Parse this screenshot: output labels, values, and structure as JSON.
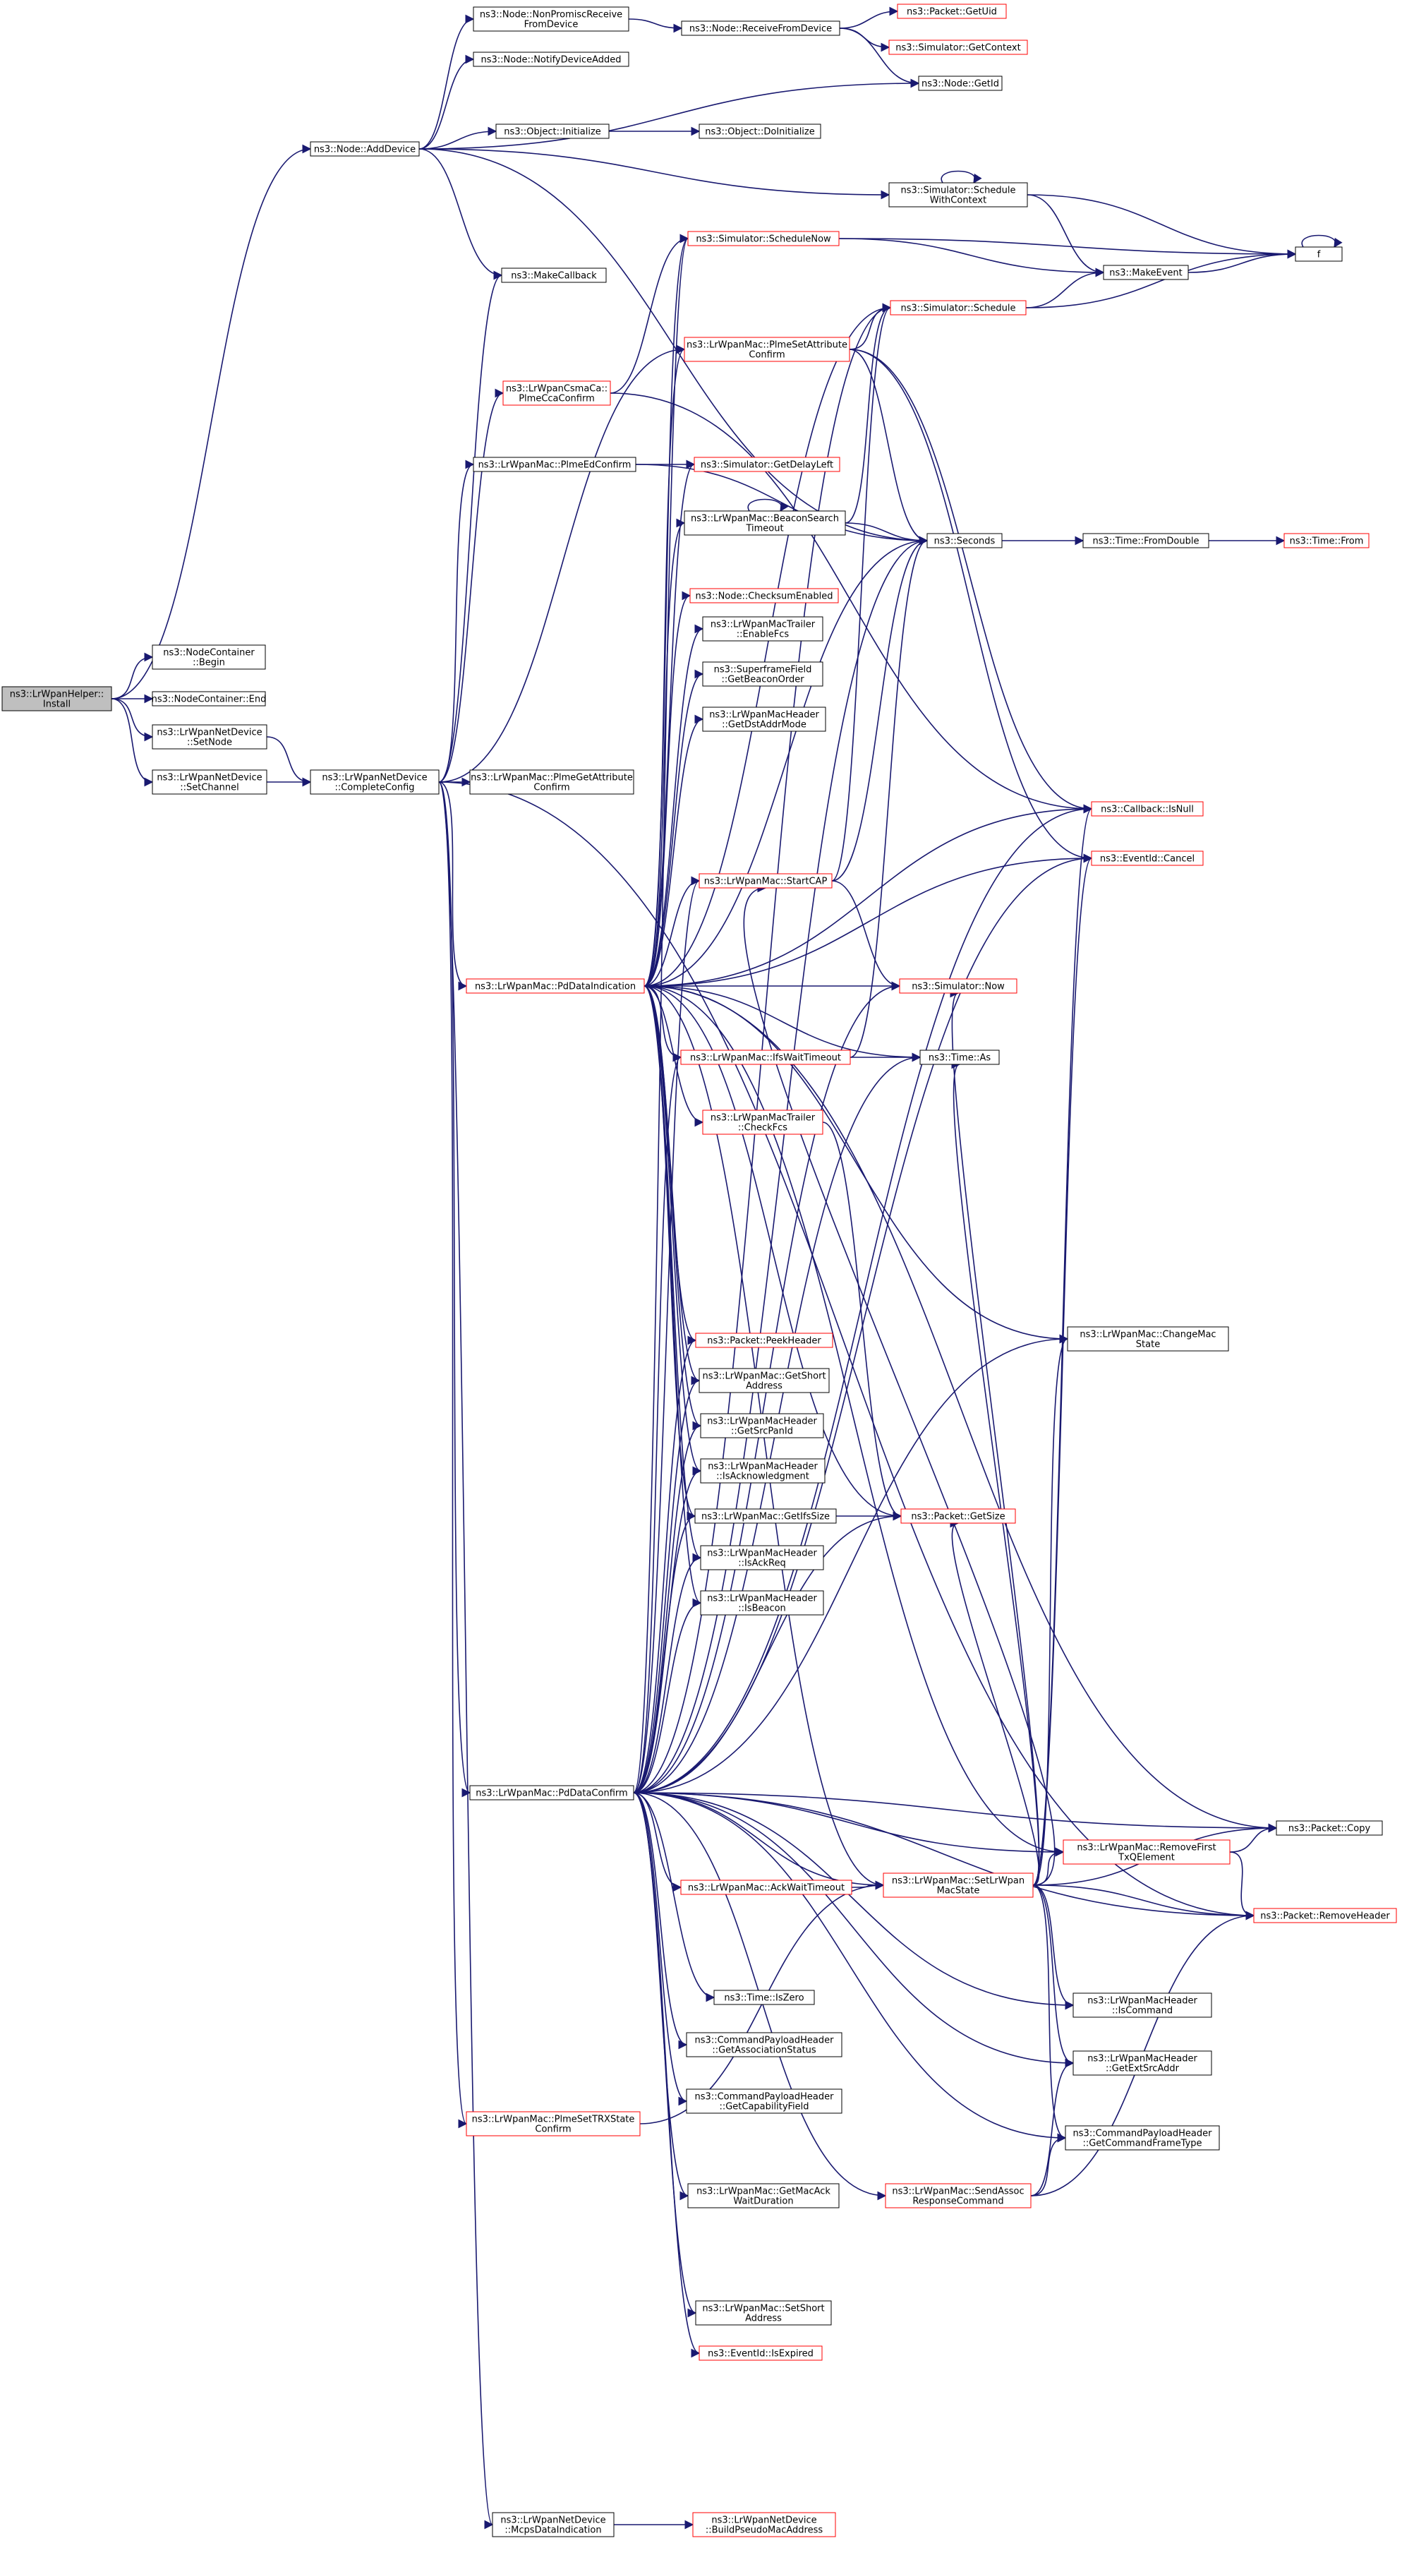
{
  "colors": {
    "edge": "#191970",
    "node_border": "#000000",
    "truncated_border": "#ff0000",
    "root_fill": "#bfbfbf",
    "node_fill": "#ffffff",
    "text": "#000000"
  },
  "nodes": {
    "root": {
      "lines": [
        "ns3::LrWpanHelper::",
        "Install"
      ],
      "style": "root"
    },
    "nc_begin": {
      "lines": [
        "ns3::NodeContainer",
        "::Begin"
      ],
      "style": "normal"
    },
    "nc_end": {
      "lines": [
        "ns3::NodeContainer::End"
      ],
      "style": "normal"
    },
    "nd_setnode": {
      "lines": [
        "ns3::LrWpanNetDevice",
        "::SetNode"
      ],
      "style": "normal"
    },
    "nd_setchannel": {
      "lines": [
        "ns3::LrWpanNetDevice",
        "::SetChannel"
      ],
      "style": "normal"
    },
    "node_adddevice": {
      "lines": [
        "ns3::Node::AddDevice"
      ],
      "style": "normal"
    },
    "nd_completeconfig": {
      "lines": [
        "ns3::LrWpanNetDevice",
        "::CompleteConfig"
      ],
      "style": "normal"
    },
    "node_nonpromisc": {
      "lines": [
        "ns3::Node::NonPromiscReceive",
        "FromDevice"
      ],
      "style": "normal"
    },
    "node_notifydeviceadded": {
      "lines": [
        "ns3::Node::NotifyDeviceAdded"
      ],
      "style": "normal"
    },
    "object_initialize": {
      "lines": [
        "ns3::Object::Initialize"
      ],
      "style": "normal"
    },
    "makecallback": {
      "lines": [
        "ns3::MakeCallback"
      ],
      "style": "normal"
    },
    "node_receivefromdevice": {
      "lines": [
        "ns3::Node::ReceiveFromDevice"
      ],
      "style": "normal"
    },
    "object_doinitialize": {
      "lines": [
        "ns3::Object::DoInitialize"
      ],
      "style": "normal"
    },
    "packet_getuid": {
      "lines": [
        "ns3::Packet::GetUid"
      ],
      "style": "truncated"
    },
    "sim_getcontext": {
      "lines": [
        "ns3::Simulator::GetContext"
      ],
      "style": "truncated"
    },
    "node_getid": {
      "lines": [
        "ns3::Node::GetId"
      ],
      "style": "normal"
    },
    "sim_schedulewithcontext": {
      "lines": [
        "ns3::Simulator::Schedule",
        "WithContext"
      ],
      "style": "normal"
    },
    "f": {
      "lines": [
        "f"
      ],
      "style": "normal"
    },
    "makeevent": {
      "lines": [
        "ns3::MakeEvent"
      ],
      "style": "normal"
    },
    "sim_schedulenow": {
      "lines": [
        "ns3::Simulator::ScheduleNow"
      ],
      "style": "truncated"
    },
    "sim_schedule": {
      "lines": [
        "ns3::Simulator::Schedule"
      ],
      "style": "truncated"
    },
    "mac_plmesetattrconfirm": {
      "lines": [
        "ns3::LrWpanMac::PlmeSetAttribute",
        "Confirm"
      ],
      "style": "truncated"
    },
    "csma_plmeccaconfirm": {
      "lines": [
        "ns3::LrWpanCsmaCa::",
        "PlmeCcaConfirm"
      ],
      "style": "truncated"
    },
    "mac_plmeedconfirm": {
      "lines": [
        "ns3::LrWpanMac::PlmeEdConfirm"
      ],
      "style": "normal"
    },
    "sim_getdelayleft": {
      "lines": [
        "ns3::Simulator::GetDelayLeft"
      ],
      "style": "truncated"
    },
    "mac_beaconsearchtimeout": {
      "lines": [
        "ns3::LrWpanMac::BeaconSearch",
        "Timeout"
      ],
      "style": "normal"
    },
    "seconds": {
      "lines": [
        "ns3::Seconds"
      ],
      "style": "normal"
    },
    "time_fromdouble": {
      "lines": [
        "ns3::Time::FromDouble"
      ],
      "style": "normal"
    },
    "time_from": {
      "lines": [
        "ns3::Time::From"
      ],
      "style": "truncated"
    },
    "node_checksumenabled": {
      "lines": [
        "ns3::Node::ChecksumEnabled"
      ],
      "style": "truncated"
    },
    "trailer_enablefcs": {
      "lines": [
        "ns3::LrWpanMacTrailer",
        "::EnableFcs"
      ],
      "style": "normal"
    },
    "superframe_getbeaconorder": {
      "lines": [
        "ns3::SuperframeField",
        "::GetBeaconOrder"
      ],
      "style": "normal"
    },
    "header_getdstaddrmode": {
      "lines": [
        "ns3::LrWpanMacHeader",
        "::GetDstAddrMode"
      ],
      "style": "normal"
    },
    "mac_plmegetattrconfirm": {
      "lines": [
        "ns3::LrWpanMac::PlmeGetAttribute",
        "Confirm"
      ],
      "style": "normal"
    },
    "callback_isnull": {
      "lines": [
        "ns3::Callback::IsNull"
      ],
      "style": "truncated"
    },
    "eventid_cancel": {
      "lines": [
        "ns3::EventId::Cancel"
      ],
      "style": "truncated"
    },
    "mac_startcap": {
      "lines": [
        "ns3::LrWpanMac::StartCAP"
      ],
      "style": "truncated"
    },
    "mac_pddataindication": {
      "lines": [
        "ns3::LrWpanMac::PdDataIndication"
      ],
      "style": "truncated"
    },
    "sim_now": {
      "lines": [
        "ns3::Simulator::Now"
      ],
      "style": "truncated"
    },
    "mac_ifswaittimeout": {
      "lines": [
        "ns3::LrWpanMac::IfsWaitTimeout"
      ],
      "style": "truncated"
    },
    "time_as": {
      "lines": [
        "ns3::Time::As"
      ],
      "style": "normal"
    },
    "trailer_checkfcs": {
      "lines": [
        "ns3::LrWpanMacTrailer",
        "::CheckFcs"
      ],
      "style": "truncated"
    },
    "mac_changemacstate": {
      "lines": [
        "ns3::LrWpanMac::ChangeMac",
        "State"
      ],
      "style": "normal"
    },
    "packet_peekheader": {
      "lines": [
        "ns3::Packet::PeekHeader"
      ],
      "style": "truncated"
    },
    "mac_getshortaddress": {
      "lines": [
        "ns3::LrWpanMac::GetShort",
        "Address"
      ],
      "style": "normal"
    },
    "header_getsrcpanid": {
      "lines": [
        "ns3::LrWpanMacHeader",
        "::GetSrcPanId"
      ],
      "style": "normal"
    },
    "header_isacknowledgment": {
      "lines": [
        "ns3::LrWpanMacHeader",
        "::IsAcknowledgment"
      ],
      "style": "normal"
    },
    "mac_getifssize": {
      "lines": [
        "ns3::LrWpanMac::GetIfsSize"
      ],
      "style": "normal"
    },
    "packet_getsize": {
      "lines": [
        "ns3::Packet::GetSize"
      ],
      "style": "truncated"
    },
    "header_isackreq": {
      "lines": [
        "ns3::LrWpanMacHeader",
        "::IsAckReq"
      ],
      "style": "normal"
    },
    "header_isbeacon": {
      "lines": [
        "ns3::LrWpanMacHeader",
        "::IsBeacon"
      ],
      "style": "normal"
    },
    "mac_pddataconfirm": {
      "lines": [
        "ns3::LrWpanMac::PdDataConfirm"
      ],
      "style": "normal"
    },
    "packet_copy": {
      "lines": [
        "ns3::Packet::Copy"
      ],
      "style": "normal"
    },
    "mac_removefirsttxq": {
      "lines": [
        "ns3::LrWpanMac::RemoveFirst",
        "TxQElement"
      ],
      "style": "truncated"
    },
    "mac_ackwaittimeout": {
      "lines": [
        "ns3::LrWpanMac::AckWaitTimeout"
      ],
      "style": "truncated"
    },
    "mac_setlrwpanmacstate": {
      "lines": [
        "ns3::LrWpanMac::SetLrWpan",
        "MacState"
      ],
      "style": "truncated"
    },
    "packet_removeheader": {
      "lines": [
        "ns3::Packet::RemoveHeader"
      ],
      "style": "truncated"
    },
    "time_iszero": {
      "lines": [
        "ns3::Time::IsZero"
      ],
      "style": "normal"
    },
    "header_iscommand": {
      "lines": [
        "ns3::LrWpanMacHeader",
        "::IsCommand"
      ],
      "style": "normal"
    },
    "cmd_getassocstatus": {
      "lines": [
        "ns3::CommandPayloadHeader",
        "::GetAssociationStatus"
      ],
      "style": "normal"
    },
    "header_getextsrcaddr": {
      "lines": [
        "ns3::LrWpanMacHeader",
        "::GetExtSrcAddr"
      ],
      "style": "normal"
    },
    "cmd_getcapabilityfield": {
      "lines": [
        "ns3::CommandPayloadHeader",
        "::GetCapabilityField"
      ],
      "style": "normal"
    },
    "mac_plmesettrxstateconfirm": {
      "lines": [
        "ns3::LrWpanMac::PlmeSetTRXState",
        "Confirm"
      ],
      "style": "truncated"
    },
    "cmd_getcommandframetype": {
      "lines": [
        "ns3::CommandPayloadHeader",
        "::GetCommandFrameType"
      ],
      "style": "normal"
    },
    "mac_getmacackwaitduration": {
      "lines": [
        "ns3::LrWpanMac::GetMacAck",
        "WaitDuration"
      ],
      "style": "normal"
    },
    "mac_sendassocresponse": {
      "lines": [
        "ns3::LrWpanMac::SendAssoc",
        "ResponseCommand"
      ],
      "style": "truncated"
    },
    "mac_setshortaddress": {
      "lines": [
        "ns3::LrWpanMac::SetShort",
        "Address"
      ],
      "style": "normal"
    },
    "eventid_isexpired": {
      "lines": [
        "ns3::EventId::IsExpired"
      ],
      "style": "truncated"
    },
    "nd_mcpsdataindication": {
      "lines": [
        "ns3::LrWpanNetDevice",
        "::McpsDataIndication"
      ],
      "style": "normal"
    },
    "nd_buildpseudomacaddress": {
      "lines": [
        "ns3::LrWpanNetDevice",
        "::BuildPseudoMacAddress"
      ],
      "style": "truncated"
    }
  },
  "edges": [
    [
      "root",
      "node_adddevice"
    ],
    [
      "root",
      "nc_begin"
    ],
    [
      "root",
      "nc_end"
    ],
    [
      "root",
      "nd_setnode"
    ],
    [
      "root",
      "nd_setchannel"
    ],
    [
      "nd_setnode",
      "nd_completeconfig"
    ],
    [
      "nd_setchannel",
      "nd_completeconfig"
    ],
    [
      "node_adddevice",
      "node_nonpromisc"
    ],
    [
      "node_adddevice",
      "node_notifydeviceadded"
    ],
    [
      "node_adddevice",
      "node_getid"
    ],
    [
      "node_adddevice",
      "object_initialize"
    ],
    [
      "node_adddevice",
      "sim_schedulewithcontext"
    ],
    [
      "node_adddevice",
      "makecallback"
    ],
    [
      "node_adddevice",
      "seconds"
    ],
    [
      "node_nonpromisc",
      "node_receivefromdevice"
    ],
    [
      "node_receivefromdevice",
      "packet_getuid"
    ],
    [
      "node_receivefromdevice",
      "sim_getcontext"
    ],
    [
      "node_receivefromdevice",
      "node_getid"
    ],
    [
      "object_initialize",
      "object_doinitialize"
    ],
    [
      "sim_schedulewithcontext",
      "sim_schedulewithcontext"
    ],
    [
      "sim_schedulewithcontext",
      "f"
    ],
    [
      "sim_schedulewithcontext",
      "makeevent"
    ],
    [
      "f",
      "f"
    ],
    [
      "makeevent",
      "f"
    ],
    [
      "sim_schedulenow",
      "makeevent"
    ],
    [
      "sim_schedulenow",
      "f"
    ],
    [
      "sim_schedule",
      "makeevent"
    ],
    [
      "sim_schedule",
      "f"
    ],
    [
      "nd_completeconfig",
      "makecallback"
    ],
    [
      "nd_completeconfig",
      "csma_plmeccaconfirm"
    ],
    [
      "nd_completeconfig",
      "mac_plmesetattrconfirm"
    ],
    [
      "nd_completeconfig",
      "mac_plmeedconfirm"
    ],
    [
      "nd_completeconfig",
      "mac_plmegetattrconfirm"
    ],
    [
      "nd_completeconfig",
      "mac_pddataindication"
    ],
    [
      "nd_completeconfig",
      "mac_pddataconfirm"
    ],
    [
      "nd_completeconfig",
      "mac_plmesettrxstateconfirm"
    ],
    [
      "nd_completeconfig",
      "nd_mcpsdataindication"
    ],
    [
      "nd_completeconfig",
      "packet_removeheader"
    ],
    [
      "csma_plmeccaconfirm",
      "sim_schedulenow"
    ],
    [
      "csma_plmeccaconfirm",
      "callback_isnull"
    ],
    [
      "mac_plmesetattrconfirm",
      "sim_schedule"
    ],
    [
      "mac_plmesetattrconfirm",
      "seconds"
    ],
    [
      "mac_plmesetattrconfirm",
      "callback_isnull"
    ],
    [
      "mac_plmesetattrconfirm",
      "eventid_cancel"
    ],
    [
      "mac_plmeedconfirm",
      "sim_getdelayleft"
    ],
    [
      "mac_plmeedconfirm",
      "seconds"
    ],
    [
      "mac_beaconsearchtimeout",
      "mac_beaconsearchtimeout"
    ],
    [
      "mac_beaconsearchtimeout",
      "seconds"
    ],
    [
      "mac_beaconsearchtimeout",
      "sim_schedule"
    ],
    [
      "seconds",
      "time_fromdouble"
    ],
    [
      "time_fromdouble",
      "time_from"
    ],
    [
      "mac_pddataindication",
      "sim_schedulenow"
    ],
    [
      "mac_pddataindication",
      "sim_schedule"
    ],
    [
      "mac_pddataindication",
      "mac_plmesetattrconfirm"
    ],
    [
      "mac_pddataindication",
      "sim_getdelayleft"
    ],
    [
      "mac_pddataindication",
      "mac_beaconsearchtimeout"
    ],
    [
      "mac_pddataindication",
      "seconds"
    ],
    [
      "mac_pddataindication",
      "node_checksumenabled"
    ],
    [
      "mac_pddataindication",
      "trailer_enablefcs"
    ],
    [
      "mac_pddataindication",
      "superframe_getbeaconorder"
    ],
    [
      "mac_pddataindication",
      "header_getdstaddrmode"
    ],
    [
      "mac_pddataindication",
      "callback_isnull"
    ],
    [
      "mac_pddataindication",
      "eventid_cancel"
    ],
    [
      "mac_pddataindication",
      "mac_startcap"
    ],
    [
      "mac_pddataindication",
      "sim_now"
    ],
    [
      "mac_pddataindication",
      "mac_ifswaittimeout"
    ],
    [
      "mac_pddataindication",
      "time_as"
    ],
    [
      "mac_pddataindication",
      "trailer_checkfcs"
    ],
    [
      "mac_pddataindication",
      "mac_changemacstate"
    ],
    [
      "mac_pddataindication",
      "packet_peekheader"
    ],
    [
      "mac_pddataindication",
      "mac_getshortaddress"
    ],
    [
      "mac_pddataindication",
      "header_getsrcpanid"
    ],
    [
      "mac_pddataindication",
      "header_isacknowledgment"
    ],
    [
      "mac_pddataindication",
      "mac_getifssize"
    ],
    [
      "mac_pddataindication",
      "packet_getsize"
    ],
    [
      "mac_pddataindication",
      "header_isackreq"
    ],
    [
      "mac_pddataindication",
      "header_isbeacon"
    ],
    [
      "mac_pddataindication",
      "packet_copy"
    ],
    [
      "mac_pddataindication",
      "mac_removefirsttxq"
    ],
    [
      "mac_pddataindication",
      "mac_setlrwpanmacstate"
    ],
    [
      "mac_startcap",
      "sim_schedule"
    ],
    [
      "mac_startcap",
      "seconds"
    ],
    [
      "mac_startcap",
      "sim_now"
    ],
    [
      "mac_ifswaittimeout",
      "seconds"
    ],
    [
      "mac_ifswaittimeout",
      "time_as"
    ],
    [
      "trailer_checkfcs",
      "packet_getsize"
    ],
    [
      "mac_getifssize",
      "packet_getsize"
    ],
    [
      "mac_pddataconfirm",
      "mac_startcap"
    ],
    [
      "mac_pddataconfirm",
      "mac_ifswaittimeout"
    ],
    [
      "mac_pddataconfirm",
      "seconds"
    ],
    [
      "mac_pddataconfirm",
      "sim_schedule"
    ],
    [
      "mac_pddataconfirm",
      "sim_schedulenow"
    ],
    [
      "mac_pddataconfirm",
      "sim_now"
    ],
    [
      "mac_pddataconfirm",
      "time_as"
    ],
    [
      "mac_pddataconfirm",
      "callback_isnull"
    ],
    [
      "mac_pddataconfirm",
      "eventid_cancel"
    ],
    [
      "mac_pddataconfirm",
      "packet_peekheader"
    ],
    [
      "mac_pddataconfirm",
      "mac_getshortaddress"
    ],
    [
      "mac_pddataconfirm",
      "header_getsrcpanid"
    ],
    [
      "mac_pddataconfirm",
      "header_isacknowledgment"
    ],
    [
      "mac_pddataconfirm",
      "mac_getifssize"
    ],
    [
      "mac_pddataconfirm",
      "packet_getsize"
    ],
    [
      "mac_pddataconfirm",
      "header_isackreq"
    ],
    [
      "mac_pddataconfirm",
      "header_isbeacon"
    ],
    [
      "mac_pddataconfirm",
      "mac_changemacstate"
    ],
    [
      "mac_pddataconfirm",
      "packet_copy"
    ],
    [
      "mac_pddataconfirm",
      "mac_removefirsttxq"
    ],
    [
      "mac_pddataconfirm",
      "mac_ackwaittimeout"
    ],
    [
      "mac_pddataconfirm",
      "mac_setlrwpanmacstate"
    ],
    [
      "mac_pddataconfirm",
      "time_iszero"
    ],
    [
      "mac_pddataconfirm",
      "header_iscommand"
    ],
    [
      "mac_pddataconfirm",
      "cmd_getassocstatus"
    ],
    [
      "mac_pddataconfirm",
      "header_getextsrcaddr"
    ],
    [
      "mac_pddataconfirm",
      "cmd_getcapabilityfield"
    ],
    [
      "mac_pddataconfirm",
      "cmd_getcommandframetype"
    ],
    [
      "mac_pddataconfirm",
      "mac_getmacackwaitduration"
    ],
    [
      "mac_pddataconfirm",
      "mac_sendassocresponse"
    ],
    [
      "mac_pddataconfirm",
      "mac_setshortaddress"
    ],
    [
      "mac_pddataconfirm",
      "eventid_isexpired"
    ],
    [
      "mac_pddataconfirm",
      "packet_removeheader"
    ],
    [
      "mac_ackwaittimeout",
      "mac_setlrwpanmacstate"
    ],
    [
      "mac_removefirsttxq",
      "packet_copy"
    ],
    [
      "mac_removefirsttxq",
      "packet_removeheader"
    ],
    [
      "mac_setlrwpanmacstate",
      "packet_copy"
    ],
    [
      "mac_setlrwpanmacstate",
      "packet_removeheader"
    ],
    [
      "mac_setlrwpanmacstate",
      "mac_removefirsttxq"
    ],
    [
      "mac_setlrwpanmacstate",
      "mac_changemacstate"
    ],
    [
      "mac_setlrwpanmacstate",
      "callback_isnull"
    ],
    [
      "mac_setlrwpanmacstate",
      "eventid_cancel"
    ],
    [
      "mac_setlrwpanmacstate",
      "header_iscommand"
    ],
    [
      "mac_setlrwpanmacstate",
      "header_getextsrcaddr"
    ],
    [
      "mac_setlrwpanmacstate",
      "cmd_getcommandframetype"
    ],
    [
      "mac_setlrwpanmacstate",
      "packet_getsize"
    ],
    [
      "mac_setlrwpanmacstate",
      "sim_now"
    ],
    [
      "mac_setlrwpanmacstate",
      "time_as"
    ],
    [
      "mac_setlrwpanmacstate",
      "mac_startcap"
    ],
    [
      "mac_sendassocresponse",
      "header_getextsrcaddr"
    ],
    [
      "mac_sendassocresponse",
      "cmd_getcommandframetype"
    ],
    [
      "mac_sendassocresponse",
      "packet_removeheader"
    ],
    [
      "mac_plmesettrxstateconfirm",
      "mac_setlrwpanmacstate"
    ],
    [
      "nd_mcpsdataindication",
      "nd_buildpseudomacaddress"
    ]
  ]
}
